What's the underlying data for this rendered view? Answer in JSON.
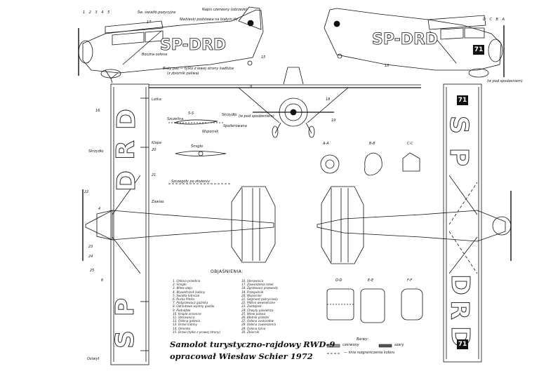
{
  "drawing": {
    "title_line1": "Samolot turystyczno-rajdowy RWD-9",
    "title_line2": "opracował Wiesław Schier 1972",
    "registration": "SP-DRD",
    "reg_letters_left": [
      "S",
      "P",
      "D",
      "R",
      "D"
    ],
    "reg_letters_right": [
      "S",
      "P",
      "D",
      "R",
      "D"
    ],
    "race_number": "71",
    "legend_title": "OBJAŚNIENIA:",
    "legend_col1": [
      "1. Osłona przednia",
      "2. Śmigło",
      "3. Wlew oleju",
      "4. Wywietrznik kabiny",
      "5. Światła lotnicze",
      "6. Rurka Pitota",
      "7. Podgrzewacz gaźnika",
      "8. Odrzutowe wydmy gazów",
      "9. Podnóżek",
      "10. Krople zmienne",
      "11. Sterownica",
      "12. Osłona golenia",
      "13. Drzwi kabiny",
      "14. Okienko",
      "15. Drzwi (tylko z prawej strony)"
    ],
    "legend_col2": [
      "16. Sterownica",
      "17. Zawieszenie lotek",
      "18. Zgrzewacz przewody",
      "19. Przegubnik",
      "20. Wsporniki",
      "21. Segment pokryciowy",
      "22. Płótno wewnętrzne",
      "23. Zastępnik",
      "24. Chwyty powietrza",
      "25. Wlew paliwa",
      "26. Błotnik przedni",
      "27. Osłona zastrzałów",
      "28. Osłona zawieszenia",
      "29. Osłona tylna",
      "30. Zbiornik"
    ],
    "labels": {
      "swiatla_pozycyjne": "Św. światło pozycyjne",
      "napis_czerwony": "Napis czerwony (obrzeże)",
      "niebieski_podstawa": "Niebieski podstawa na białym tle",
      "bialy_pas": "Biały pas",
      "szara_boczna": "Boczna osłona",
      "biale_pasy": "Biały pas — tylko z lewej strony kadłuba",
      "zbiornik_paliwa": "(z zbiornik paliwa)",
      "lotka": "Lotka",
      "klapa": "Klapa",
      "skrzydlo": "Skrzydło",
      "zawias": "Zawias",
      "szczegoly_lot": "Szczegóły po złożeniu",
      "sekcja_ss": "S-S",
      "sekcja_sz": "Szczelina",
      "skrzydlo_n": "Skrzydło",
      "wspornik": "Wspornik",
      "spoilerowa": "Spoilerowana",
      "smiglo": "Śmigło",
      "pod_spodem": "(w pod spodzeniem)",
      "section_aa": "A-A",
      "section_bb": "B-B",
      "section_cc": "C-C",
      "section_dd": "D-D",
      "section_ee": "E-E",
      "section_ff": "F-F",
      "ostwyt": "Ostwyt",
      "legend_title_small": "Barwy:",
      "czerwony": "czerwony",
      "szary": "szary",
      "granica": "— linia rozgraniczenia koloru",
      "num_4": "4",
      "num_6": "6",
      "num_22": "22",
      "num_23": "23",
      "num_24": "24",
      "num_25": "25",
      "num_20": "20",
      "num_21": "21",
      "num_16": "16",
      "num_9": "9",
      "num_19": "19",
      "num_17": "17",
      "num_13": "13",
      "num_15": "15",
      "num_18": "18",
      "top_nums": "1 2 3 4 5",
      "right_nums": "D C B A"
    }
  }
}
